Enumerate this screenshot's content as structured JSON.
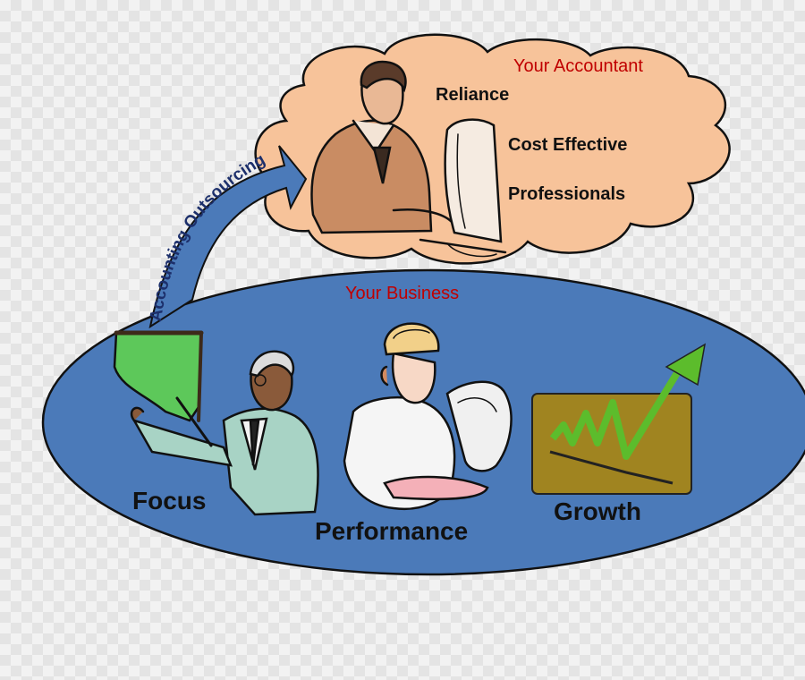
{
  "accountant": {
    "title": "Your Accountant",
    "items": [
      "Reliance",
      "Cost Effective",
      "Professionals"
    ]
  },
  "arrow_label": "Accounting Outsourcing",
  "business": {
    "title": "Your Business",
    "items": [
      "Focus",
      "Performance",
      "Growth"
    ]
  },
  "colors": {
    "cloud": "#f7c39a",
    "ellipse": "#4b7ab9",
    "arrow": "#4b7ab9",
    "accent": "#c00000",
    "arrow_text": "#1c2f6b",
    "growth_panel": "#a08420",
    "growth_line": "#5cbc2c"
  },
  "icons": [
    "accountant-at-computer-icon",
    "presenter-with-board-icon",
    "engineer-with-blueprints-icon",
    "growth-chart-icon"
  ]
}
